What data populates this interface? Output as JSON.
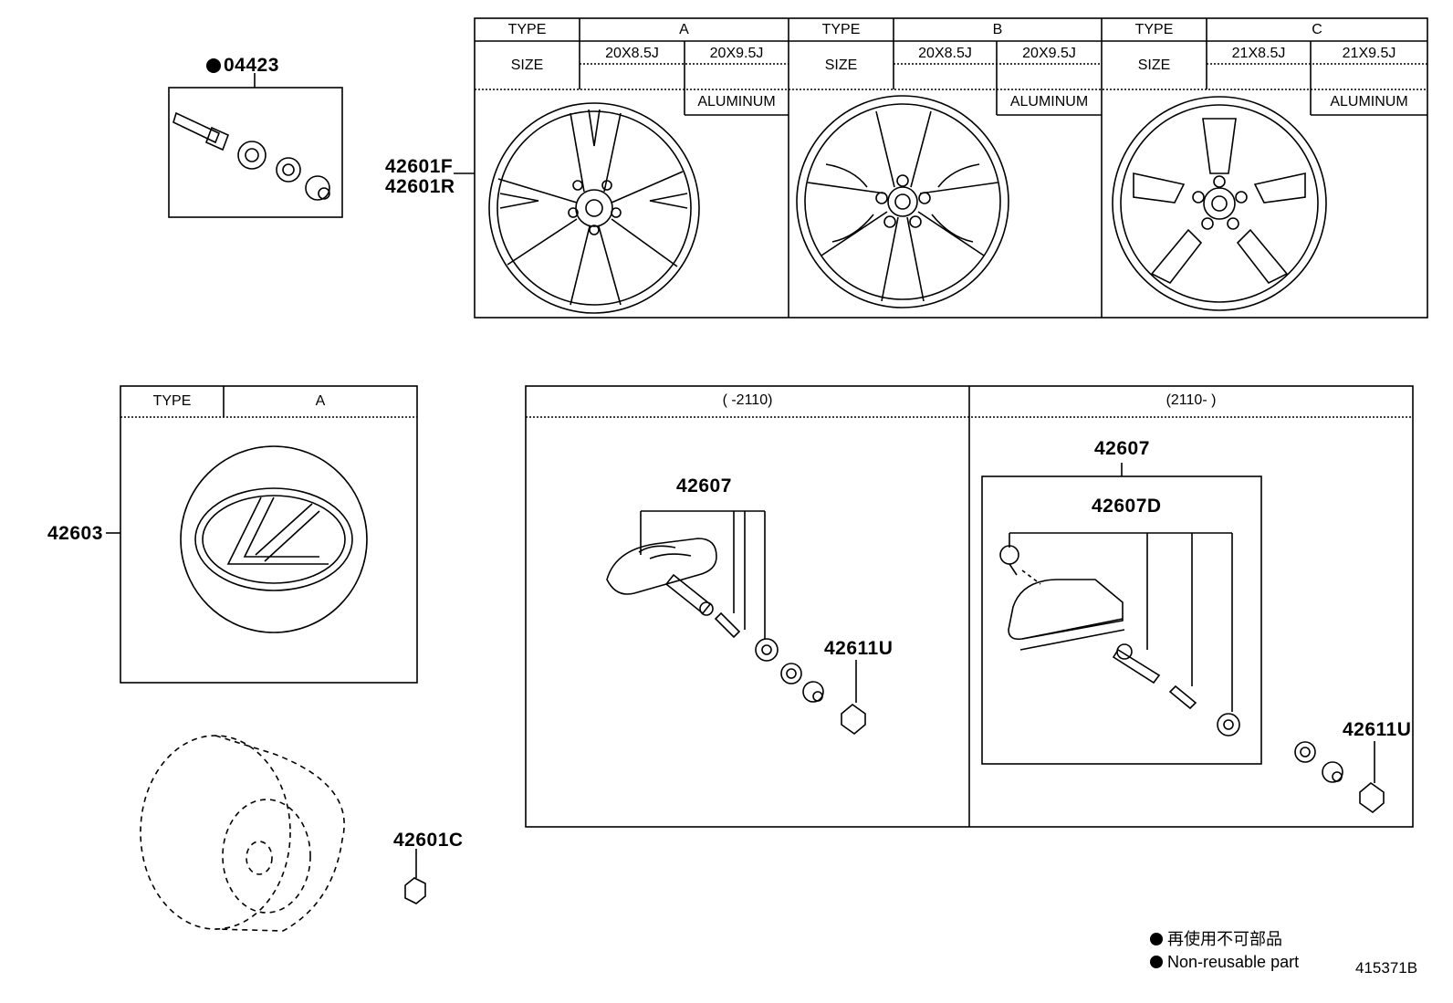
{
  "valve_kit": {
    "part": "04423"
  },
  "wheel_table": {
    "part_lines": [
      "42601F",
      "42601R"
    ],
    "headers": {
      "type": "TYPE",
      "size": "SIZE"
    },
    "types": [
      {
        "type": "A",
        "sizes": [
          "20X8.5J",
          "20X9.5J"
        ],
        "material": "ALUMINUM"
      },
      {
        "type": "B",
        "sizes": [
          "20X8.5J",
          "20X9.5J"
        ],
        "material": "ALUMINUM"
      },
      {
        "type": "C",
        "sizes": [
          "21X8.5J",
          "21X9.5J"
        ],
        "material": "ALUMINUM"
      }
    ]
  },
  "ornament_table": {
    "part": "42603",
    "type_header": "TYPE",
    "type": "A"
  },
  "tpms_table": {
    "left": {
      "period": "(      -2110)",
      "parts": {
        "sensor": "42607",
        "nut": "42611U"
      }
    },
    "right": {
      "period": "(2110-      )",
      "parts": {
        "sensor": "42607",
        "sub": "42607D",
        "nut": "42611U"
      }
    }
  },
  "spare": {
    "part": "42601C"
  },
  "legend": {
    "line1": "再使用不可部品",
    "line2": "Non-reusable part"
  },
  "illustration_id": "415371B"
}
